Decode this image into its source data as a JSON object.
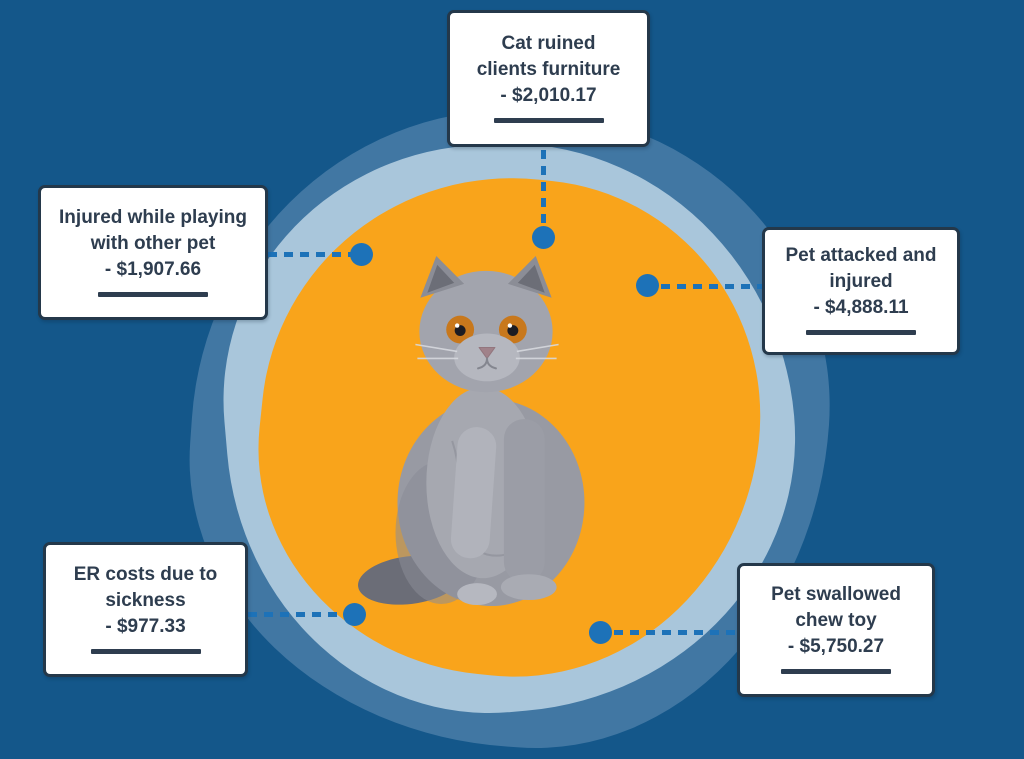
{
  "infographic": {
    "subject": "Unexpected pet expense examples surrounding a photo of a gray cat",
    "center_image": "gray british shorthair cat sitting with one paw raised"
  },
  "callouts": [
    {
      "id": "top",
      "lines": [
        "Cat ruined",
        "clients furniture"
      ],
      "amount": "- $2,010.17"
    },
    {
      "id": "left-upper",
      "lines": [
        "Injured while playing",
        "with other pet"
      ],
      "amount": "- $1,907.66"
    },
    {
      "id": "right-upper",
      "lines": [
        "Pet attacked and",
        "injured"
      ],
      "amount": "- $4,888.11"
    },
    {
      "id": "left-lower",
      "lines": [
        "ER costs due to",
        "sickness"
      ],
      "amount": "- $977.33"
    },
    {
      "id": "right-lower",
      "lines": [
        "Pet swallowed",
        "chew toy"
      ],
      "amount": "- $5,750.27"
    }
  ],
  "chart_data": {
    "type": "table",
    "title": "",
    "categories": [
      "Cat ruined clients furniture",
      "Injured while playing with other pet",
      "Pet attacked and injured",
      "ER costs due to sickness",
      "Pet swallowed chew toy"
    ],
    "values": [
      -2010.17,
      -1907.66,
      -4888.11,
      -977.33,
      -5750.27
    ]
  },
  "colors": {
    "background": "#14578a",
    "ring_middle": "#4177a3",
    "ring_light": "#a9c6db",
    "center_circle": "#f9a41b",
    "connector": "#1d72b8",
    "box_border": "#24384a",
    "box_text": "#2e3d4f"
  }
}
